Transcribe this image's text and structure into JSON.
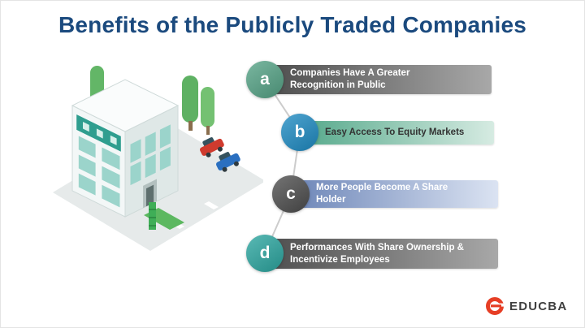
{
  "page": {
    "title": "Benefits of the Publicly Traded Companies",
    "title_color": "#1b4a7e",
    "background": "#ffffff",
    "connector_color": "#cccccc"
  },
  "benefits": [
    {
      "letter": "a",
      "label": "Companies Have A Greater Recognition in Public",
      "circle_color": "#55a386",
      "bar_gradient_start": "#4e4e4e",
      "bar_gradient_end": "#a8a8a8",
      "label_color": "#ffffff"
    },
    {
      "letter": "b",
      "label": "Easy Access To Equity Markets",
      "circle_color": "#1e8bc3",
      "bar_gradient_start": "#56a98b",
      "bar_gradient_end": "#d6ebe2",
      "label_color": "#333333"
    },
    {
      "letter": "c",
      "label": "More People Become A Share Holder",
      "circle_color": "#4d4d4d",
      "bar_gradient_start": "#6d86b8",
      "bar_gradient_end": "#dbe3f2",
      "label_color": "#ffffff"
    },
    {
      "letter": "d",
      "label": "Performances With Share Ownership & Incentivize Employees",
      "circle_color": "#2ba6a0",
      "bar_gradient_start": "#4e4e4e",
      "bar_gradient_end": "#a8a8a8",
      "label_color": "#ffffff"
    }
  ],
  "illustration": {
    "description": "Isometric teal office building with trees, road, green hedge and two cars"
  },
  "logo": {
    "text": "EDUCBA",
    "icon": "educba-e-icon",
    "icon_color": "#e63e25",
    "text_color": "#3f3f3f"
  }
}
